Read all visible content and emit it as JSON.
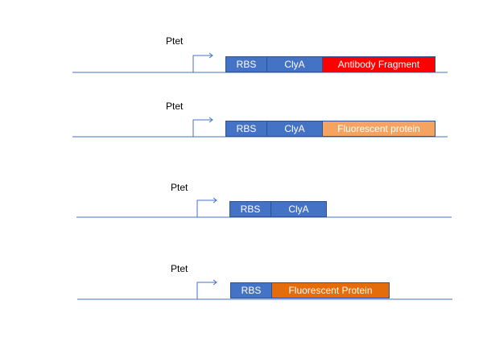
{
  "colors": {
    "backbone": "#4472c4",
    "rbs": "#4472c4",
    "clya": "#4472c4",
    "antibody": "#ff0000",
    "fluorescent_light": "#f4a460",
    "fluorescent_dark": "#e46c0a",
    "border": "#2f528f"
  },
  "constructs": [
    {
      "promoter": "Ptet",
      "parts": [
        {
          "label": "RBS",
          "color": "#4472c4"
        },
        {
          "label": "ClyA",
          "color": "#4472c4"
        },
        {
          "label": "Antibody Fragment",
          "color": "#ff0000"
        }
      ]
    },
    {
      "promoter": "Ptet",
      "parts": [
        {
          "label": "RBS",
          "color": "#4472c4"
        },
        {
          "label": "ClyA",
          "color": "#4472c4"
        },
        {
          "label": "Fluorescent protein",
          "color": "#f4a460"
        }
      ]
    },
    {
      "promoter": "Ptet",
      "parts": [
        {
          "label": "RBS",
          "color": "#4472c4"
        },
        {
          "label": "ClyA",
          "color": "#4472c4"
        }
      ]
    },
    {
      "promoter": "Ptet",
      "parts": [
        {
          "label": "RBS",
          "color": "#4472c4"
        },
        {
          "label": "Fluorescent Protein",
          "color": "#e46c0a"
        }
      ]
    }
  ]
}
